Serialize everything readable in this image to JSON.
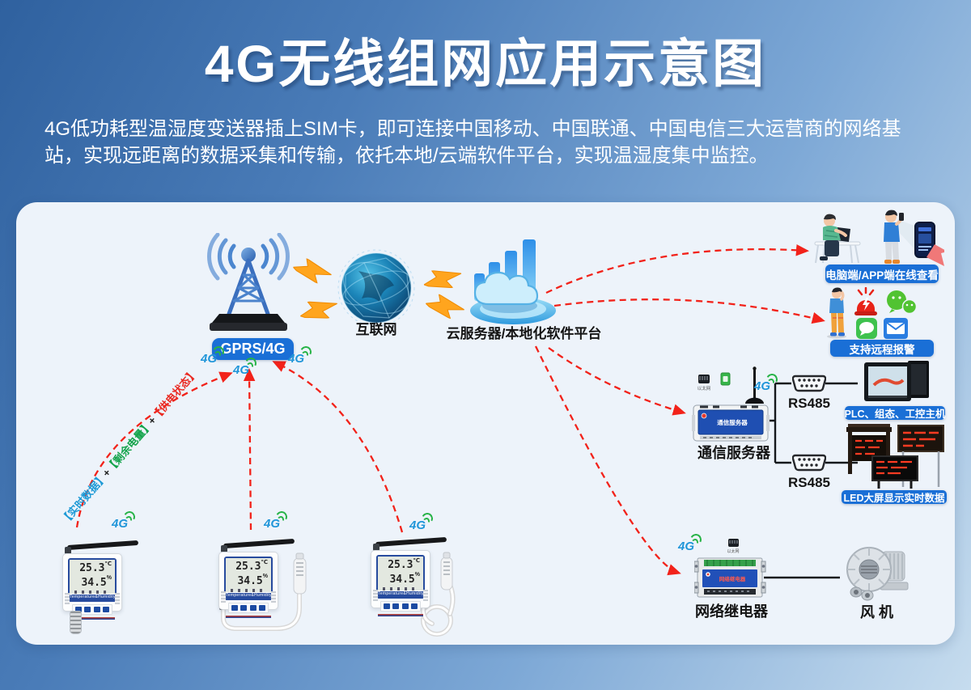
{
  "header": {
    "title": "4G无线组网应用示意图",
    "description": "4G低功耗型温湿度变送器插上SIM卡，即可连接中国移动、中国联通、中国电信三大运营商的网络基站，实现远距离的数据采集和传输，依托本地/云端软件平台，实现温湿度集中监控。"
  },
  "labels": {
    "gprs": "GPRS/4G",
    "internet": "互联网",
    "cloud": "云服务器/本地化软件平台",
    "pc_app": "电脑端/APP端在线查看",
    "alarm": "支持远程报警",
    "comm_server": "通信服务器",
    "rs485": "RS485",
    "plc": "PLC、组态、工控主机",
    "led": "LED大屏显示实时数据",
    "relay": "网络继电器",
    "fan": "风机",
    "g4": "4G",
    "eth": "以太网"
  },
  "flow_text": {
    "realtime": "【实时数据】",
    "plus": "+",
    "battery": "【剩余电量】",
    "power": "【供电状态】"
  },
  "sensor": {
    "temp": "25.3",
    "temp_unit": "℃",
    "humidity": "34.5",
    "humidity_unit": "%",
    "caption": "Temperature&Humidity"
  },
  "colors": {
    "badge_blue": "#1a6fd6",
    "arrow_red": "#f2221a",
    "bolt_orange": "#ffa51e",
    "flow_blue": "#1e9ad6",
    "flow_green": "#12a34a",
    "flow_red": "#ea2a22",
    "signal_blue": "#2196d9",
    "signal_green": "#27b347",
    "panel_bg": "#edf3fa"
  }
}
